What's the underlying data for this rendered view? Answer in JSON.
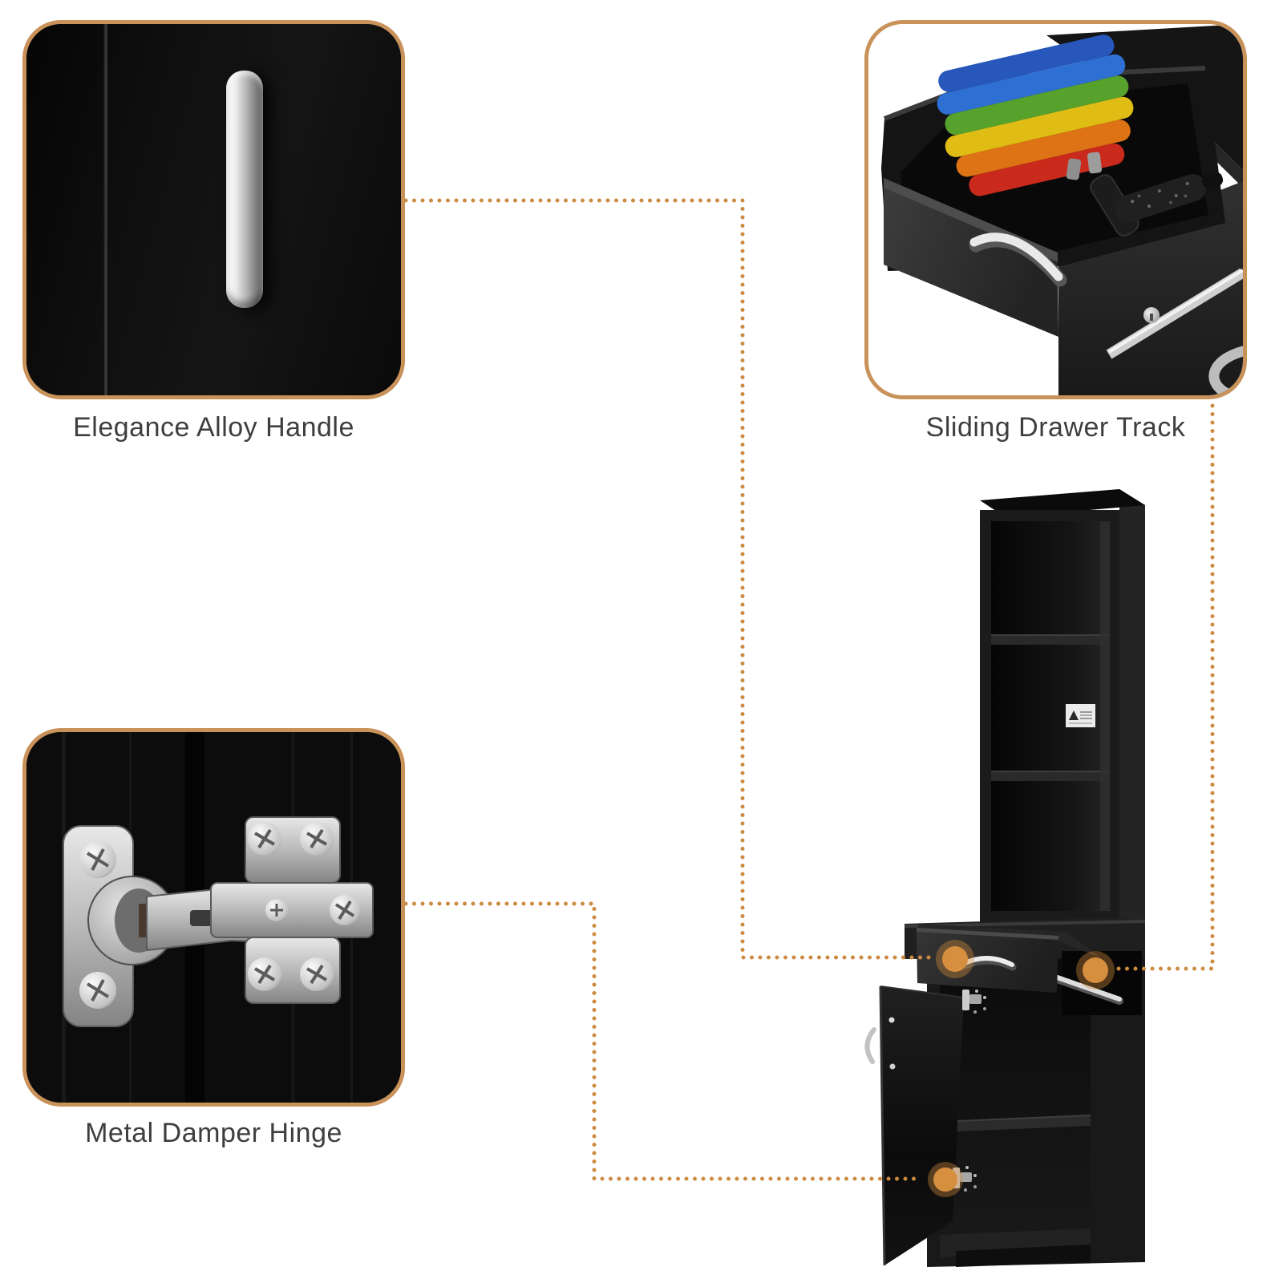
{
  "page": {
    "type": "product-feature-callout-sheet",
    "background": "#ffffff"
  },
  "colors": {
    "accent": "#cd8b42",
    "callout_border": "#c9925a",
    "circle_fill": "#d68e3f",
    "label_text": "#3e3e3e",
    "cabinet_black": "#171717",
    "metal_silver": "#d9d9d9"
  },
  "callouts": [
    {
      "id": "alloy-handle",
      "label": "Elegance Alloy Handle"
    },
    {
      "id": "drawer-track",
      "label": "Sliding Drawer Track"
    },
    {
      "id": "damper-hinge",
      "label": "Metal Damper Hinge"
    }
  ],
  "towel_colors": [
    "#2757bb",
    "#2e6fd3",
    "#56a22c",
    "#e0bd14",
    "#dd7314",
    "#c92a1c"
  ],
  "icons": [
    "drawer-handle-icon",
    "door-hinge-icon",
    "keyhole-icon",
    "warning-triangle-icon",
    "highlight-dot-icon"
  ]
}
